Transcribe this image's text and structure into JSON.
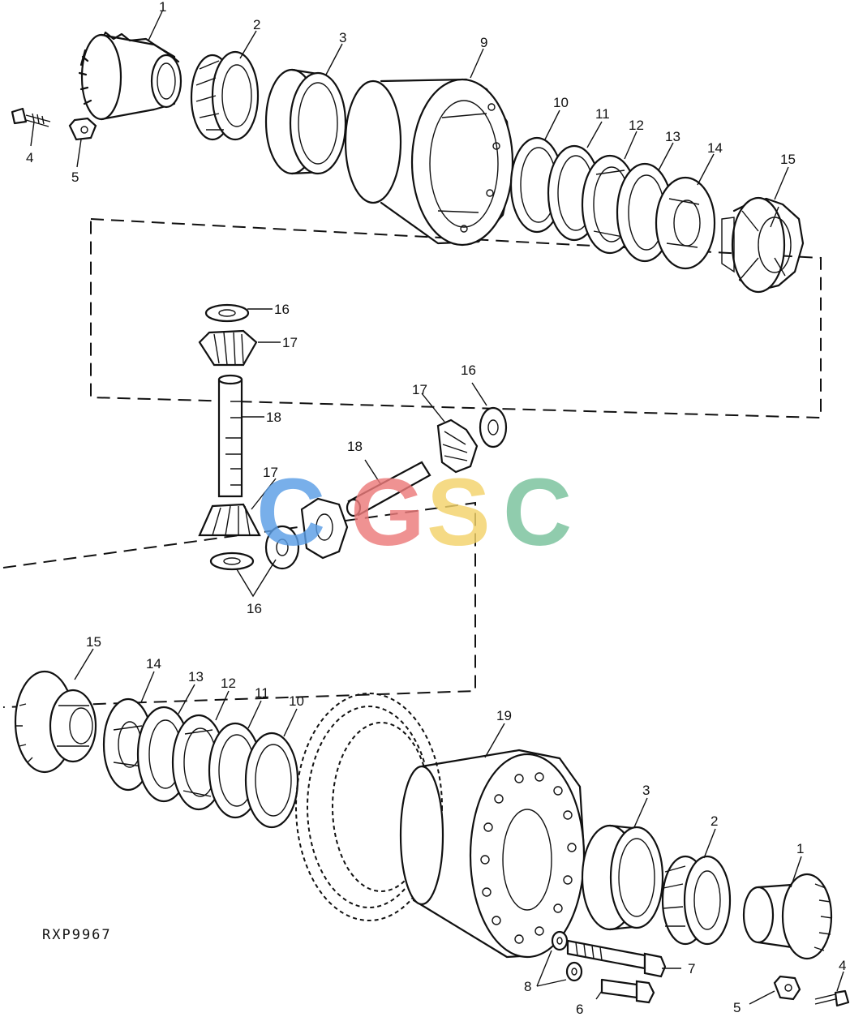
{
  "figure_code": "RXP9967",
  "watermark": {
    "letters": [
      "C",
      "G",
      "S",
      "C"
    ],
    "colors": [
      "#5b9ee6",
      "#ec7b7b",
      "#f3d36b",
      "#78c29c"
    ]
  },
  "callouts": {
    "c1": "1",
    "c2": "2",
    "c3": "3",
    "c4": "4",
    "c5": "5",
    "c6": "6",
    "c7": "7",
    "c8": "8",
    "c9": "9",
    "c10": "10",
    "c11": "11",
    "c12": "12",
    "c13": "13",
    "c14": "14",
    "c15": "15",
    "c16": "16",
    "c17": "17",
    "c18": "18",
    "c19": "19"
  }
}
